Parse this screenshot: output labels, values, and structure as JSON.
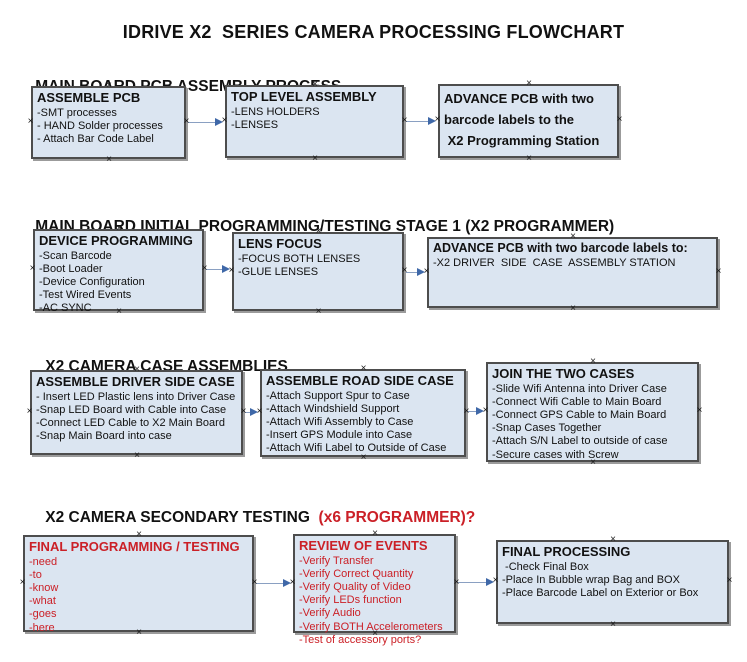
{
  "title": "IDRIVE X2  SERIES CAMERA PROCESSING FLOWCHART",
  "colors": {
    "box_fill": "#dbe5f1",
    "box_border": "#4d4d4d",
    "box_shadow": "#9b9b9b",
    "red": "#cb2027",
    "arrow_line": "#8aa0c2",
    "arrow_head": "#3f68a8",
    "text": "#111111"
  },
  "sections": [
    {
      "heading": "MAIN BOARD PCB ASSEMBLY PROCESS",
      "boxes": [
        {
          "title": "ASSEMBLE PCB",
          "items": [
            "-SMT processes",
            "- HAND Solder processes",
            "- Attach Bar Code Label"
          ]
        },
        {
          "title": "TOP LEVEL ASSEMBLY",
          "items": [
            "-LENS HOLDERS",
            "-LENSES"
          ]
        },
        {
          "title": "",
          "items": [
            "ADVANCE PCB with two",
            "barcode labels to the",
            " X2 Programming Station"
          ]
        }
      ]
    },
    {
      "heading": "MAIN BOARD INITIAL PROGRAMMING/TESTING STAGE 1 (X2 PROGRAMMER)",
      "boxes": [
        {
          "title": "DEVICE PROGRAMMING",
          "items": [
            "-Scan Barcode",
            "-Boot Loader",
            "-Device Configuration",
            "-Test Wired Events",
            "-AC SYNC"
          ]
        },
        {
          "title": "LENS FOCUS",
          "items": [
            "-FOCUS BOTH LENSES",
            "-GLUE LENSES"
          ]
        },
        {
          "title": "ADVANCE PCB with two barcode labels to:",
          "items": [
            "-X2 DRIVER  SIDE  CASE  ASSEMBLY STATION"
          ]
        }
      ]
    },
    {
      "heading": "X2 CAMERA CASE ASSEMBLIES",
      "boxes": [
        {
          "title": "ASSEMBLE DRIVER SIDE CASE",
          "items": [
            "- Insert LED Plastic lens into Driver Case",
            "-Snap LED Board with Cable into Case",
            "-Connect LED Cable to X2 Main Board",
            "-Snap Main Board into case"
          ]
        },
        {
          "title": "ASSEMBLE ROAD SIDE CASE",
          "items": [
            "-Attach Support Spur to Case",
            "-Attach Windshield Support",
            "-Attach Wifi Assembly to Case",
            "-Insert GPS Module into Case",
            "-Attach Wifi Label to Outside of Case"
          ]
        },
        {
          "title": "JOIN THE TWO CASES",
          "items": [
            "-Slide Wifi Antenna into Driver Case",
            "-Connect Wifi Cable to Main Board",
            "-Connect GPS Cable to Main Board",
            "-Snap Cases Together",
            "-Attach S/N Label to outside of case",
            "-Secure cases with Screw"
          ]
        }
      ]
    },
    {
      "heading": "X2 CAMERA SECONDARY TESTING ",
      "heading_suffix": " (x6 PROGRAMMER)?",
      "boxes": [
        {
          "title": "FINAL PROGRAMMING / TESTING",
          "items": [
            "-need",
            "-to",
            "-know",
            "-what",
            "-goes",
            "-here"
          ]
        },
        {
          "title": "REVIEW OF EVENTS",
          "items": [
            "-Verify Transfer",
            "-Verify Correct Quantity",
            "-Verify Quality of Video",
            "-Verify LEDs function",
            "-Verify Audio",
            "-Verify BOTH Accelerometers",
            "-Test of accessory ports?"
          ]
        },
        {
          "title": "FINAL PROCESSING",
          "items": [
            " -Check Final Box",
            "-Place In Bubble wrap Bag and BOX",
            "-Place Barcode Label on Exterior or Box"
          ]
        }
      ]
    }
  ]
}
